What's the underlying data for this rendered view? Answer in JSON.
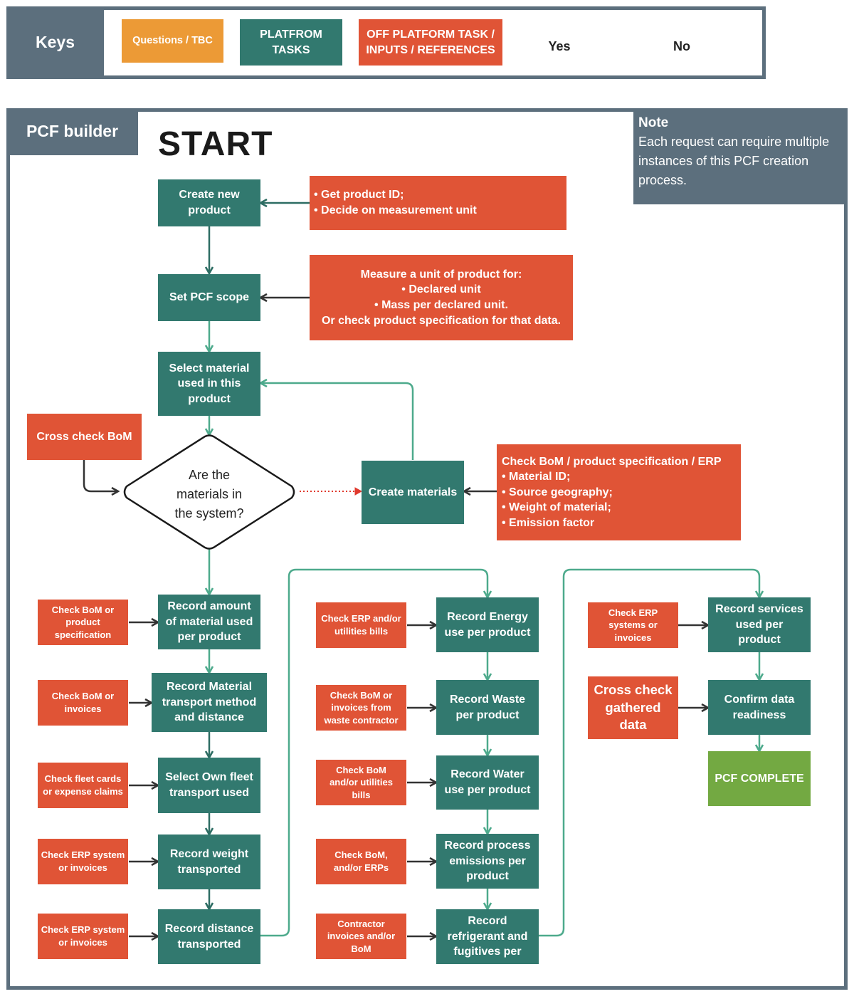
{
  "keys": {
    "title": "Keys",
    "questions": "Questions / TBC",
    "platform": "PLATFROM\nTASKS",
    "off_platform": "OFF PLATFORM TASK /\nINPUTS / REFERENCES",
    "yes": "Yes",
    "no": "No"
  },
  "builder": {
    "title": "PCF builder",
    "start": "START",
    "note_title": "Note",
    "note_text": "Each request can require multiple instances of this PCF creation process."
  },
  "platform_tasks": {
    "create_product": "Create new\nproduct",
    "set_scope": "Set PCF scope",
    "select_material": "Select material\nused in this\nproduct",
    "create_materials": "Create materials",
    "record_amount": "Record amount\nof material used\nper product",
    "record_transport": "Record Material\ntransport method\nand distance",
    "own_fleet": "Select Own fleet\ntransport used",
    "record_weight": "Record weight\ntransported",
    "record_distance": "Record distance\ntransported",
    "record_energy": "Record Energy\nuse per product",
    "record_waste": "Record Waste\nper product",
    "record_water": "Record Water\nuse per product",
    "record_process": "Record process\nemissions per\nproduct",
    "record_refrigerant": "Record\nrefrigerant and\nfugitives per",
    "record_services": "Record services\nused per\nproduct",
    "confirm": "Confirm data\nreadiness",
    "complete": "PCF COMPLETE"
  },
  "decision": {
    "question": "Are the\nmaterials in\nthe system?"
  },
  "off_platform": {
    "product_id": "• Get product ID;\n• Decide on measurement unit",
    "measure_unit": "Measure a unit of product for:\n• Declared unit\n• Mass per declared unit.\nOr check product specification for that data.",
    "cross_check_bom": "Cross check BoM",
    "check_bom_spec": "Check BoM / product specification / ERP\n• Material ID;\n• Source geography;\n• Weight of material;\n• Emission factor",
    "bom_or_spec": "Check BoM or\nproduct\nspecification",
    "bom_or_invoices": "Check BoM or\ninvoices",
    "fleet_cards": "Check fleet cards\nor expense claims",
    "erp_or_invoices_1": "Check ERP system\nor invoices",
    "erp_or_invoices_2": "Check ERP system\nor invoices",
    "erp_utilities": "Check ERP and/or\nutilities bills",
    "bom_waste": "Check BoM or\ninvoices from\nwaste contractor",
    "bom_utilities": "Check BoM\nand/or utilities\nbills",
    "bom_erps": "Check BoM,\nand/or ERPs",
    "contractor": "Contractor\ninvoices and/or\nBoM",
    "erp_systems": "Check ERP\nsystems or\ninvoices",
    "cross_check_gathered": "Cross check\ngathered\ndata"
  },
  "colors": {
    "platform": "#32796f",
    "off_platform": "#e05436",
    "questions": "#ec9a36",
    "complete": "#73a942",
    "frame": "#5c6f7d",
    "yes_line": "#4daa8c",
    "no_line": "#e03a2e"
  }
}
